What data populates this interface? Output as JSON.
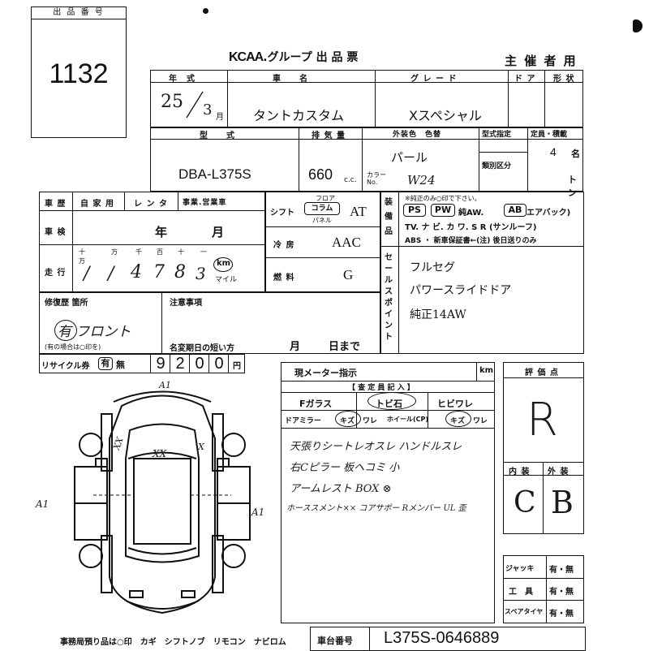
{
  "lot": {
    "label": "出 品 番 号",
    "number": "1132"
  },
  "header": {
    "brand": "KCAA",
    "title": ".グループ 出 品 票",
    "organizer": "主 催 者 用"
  },
  "row1": {
    "year_label": "年　式",
    "name_label": "車　　名",
    "grade_label": "グ レ ー ド",
    "door_label": "ド ア",
    "shape_label": "形 状",
    "year": "25",
    "month": "3",
    "month_unit": "月",
    "name": "タントカスタム",
    "grade": "Xスペシャル"
  },
  "row2": {
    "model_label": "型　　式",
    "disp_label": "排 気 量",
    "color_label": "外装色　色替",
    "type_label": "型式指定",
    "cap_label": "定員・積載",
    "class_label": "類別区分",
    "model": "DBA-L375S",
    "disp": "660",
    "disp_unit": "c.c.",
    "color": "パール",
    "color_no_label": "カラー No.",
    "color_no": "W24",
    "capacity": "4",
    "cap_unit": "名",
    "load_unit": "トン"
  },
  "history": {
    "label": "車 歴",
    "options": [
      "自 家 用",
      "レ ン タ",
      "事業.営業車"
    ],
    "inspection_label": "車 検",
    "year_unit": "年",
    "month_unit": "月",
    "mileage_label": "走 行",
    "digit_heads": [
      "十万",
      "万",
      "千",
      "百",
      "十",
      "一"
    ],
    "mileage_digits": [
      "/",
      "/",
      "4",
      "7",
      "8",
      "3"
    ],
    "km": "km",
    "mile": "マイル"
  },
  "specs": {
    "shift_label": "シフト",
    "shift_options": [
      "フロア",
      "コラム",
      "パネル"
    ],
    "shift": "AT",
    "ac_label": "冷 房",
    "ac": "AAC",
    "fuel_label": "燃 料",
    "fuel": "G"
  },
  "equipment": {
    "side_label": "装備品",
    "note": "※純正のみ○印で下さい。",
    "line1": [
      "PS",
      "PW",
      "純AW.",
      "AB",
      "エアバック)"
    ],
    "line2": "TV. ナ ビ. カ ワ. S R (サンルーフ)",
    "line3": "ABS ・ 新車保証書←(注) 後日送りのみ"
  },
  "sales": {
    "side_label": "セールスポイント",
    "points": [
      "フルセグ",
      "パワースライドドア",
      "純正14AW"
    ]
  },
  "repair": {
    "label": "修復歴 箇所",
    "value": "有 フロント",
    "note": "(有の場合は○印を)",
    "remarks_label": "注意事項",
    "short_label": "名変期日の短い方",
    "month_unit": "月",
    "day_unit": "日まで"
  },
  "recycle": {
    "label": "リサイクル券",
    "yes": "有",
    "no": "無",
    "digits": [
      "9",
      "2",
      "0",
      "0"
    ],
    "unit": "円"
  },
  "meter": {
    "title": "現メーター指示",
    "km": "km",
    "inspector": "【 査 定 員 記 入 】",
    "row1": [
      "Fガラス",
      "トビ石",
      "ヒビワレ"
    ],
    "row2": [
      "ドアミラー",
      "キズ",
      "ワレ",
      "ホイール(CP)",
      "キズ",
      "ワレ"
    ],
    "notes": [
      "天張りシートレオスレ ハンドルスレ",
      "右Cピラー 板ヘコミ 小",
      "アームレスト BOX ⊗",
      "ホーススメント××  コアサポー Rメンバー UL 歪"
    ]
  },
  "score": {
    "title": "評 価 点",
    "overall": "R",
    "interior_label": "内 装",
    "exterior_label": "外 装",
    "interior": "C",
    "exterior": "B"
  },
  "tools": [
    {
      "label": "ジャッキ",
      "value": "有・無"
    },
    {
      "label": "工　具",
      "value": "有・無"
    },
    {
      "label": "スペアタイヤ",
      "value": "有・無"
    }
  ],
  "diagram": {
    "marks": [
      "A1",
      "XX",
      "XX",
      "A1",
      "A1",
      "X"
    ]
  },
  "footer": {
    "items": "事務局預り品は○印　カギ　シフトノブ　リモコン　ナビロム",
    "chassis_label": "車台番号",
    "chassis": "L375S-0646889"
  }
}
